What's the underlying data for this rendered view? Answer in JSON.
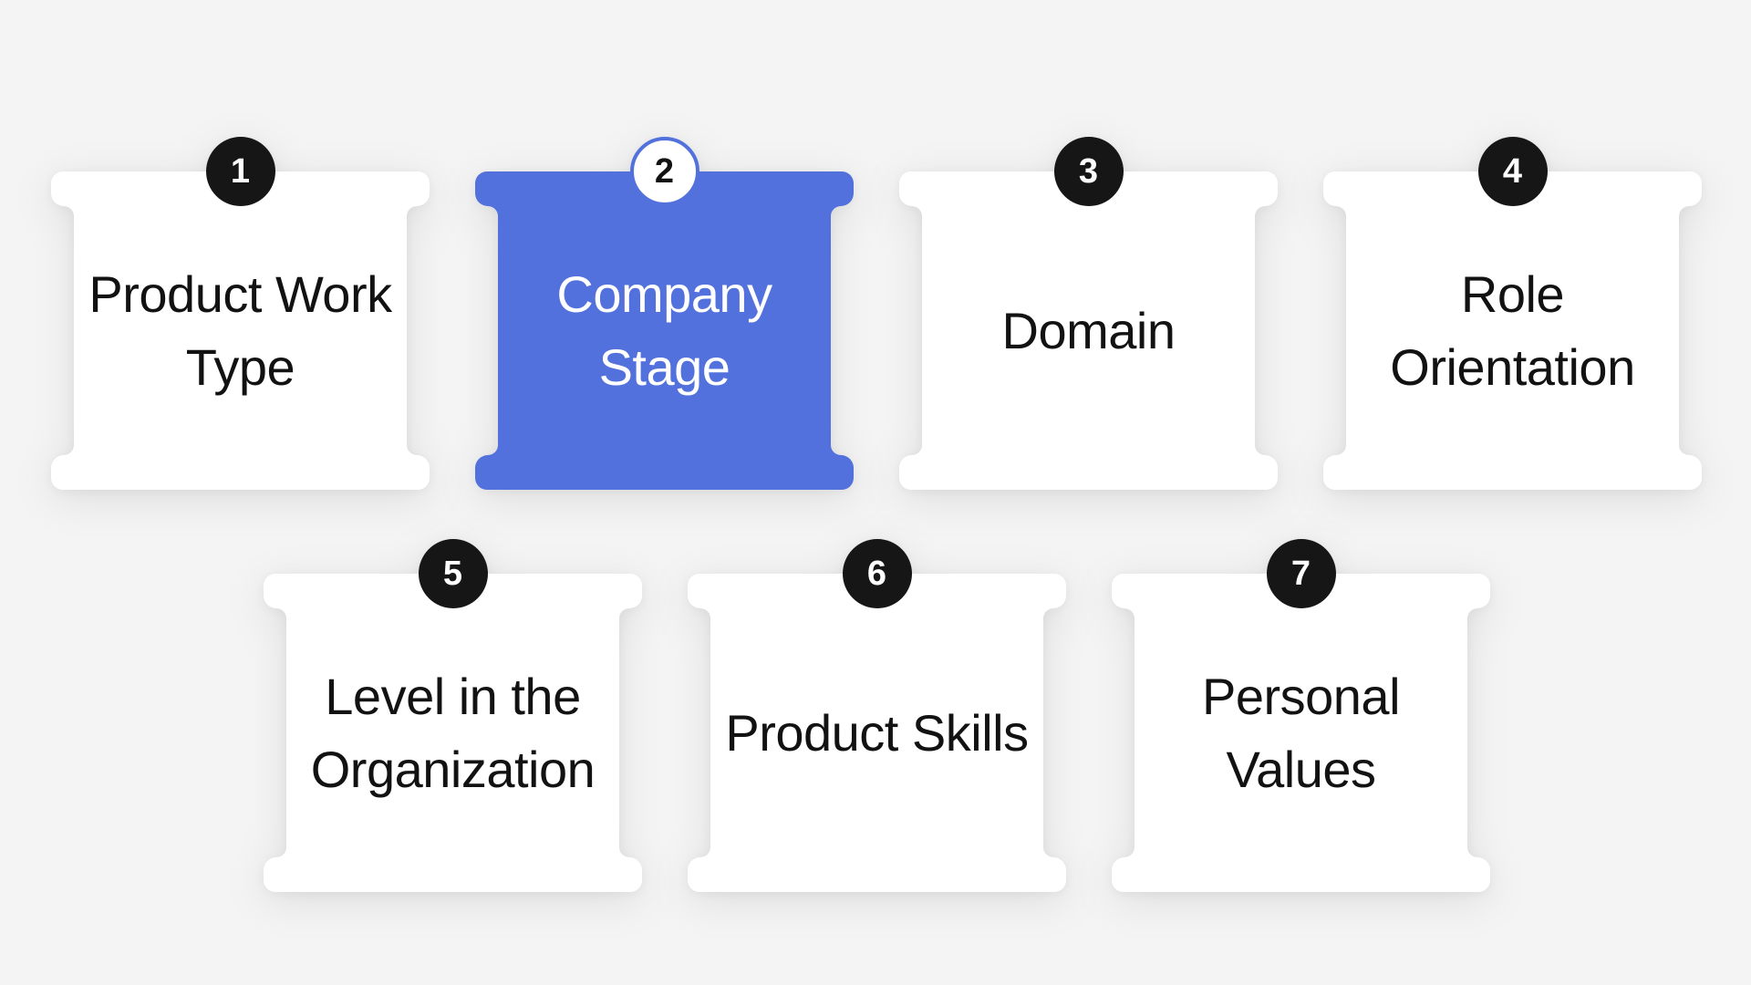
{
  "page": {
    "background": "#f4f4f4"
  },
  "colors": {
    "card_bg": "#ffffff",
    "card_text": "#121212",
    "active_card_bg": "#5271DC",
    "active_card_text": "#ffffff",
    "badge_bg": "#161616",
    "badge_text": "#ffffff",
    "active_badge_bg": "#ffffff",
    "active_badge_text": "#121212",
    "active_badge_border": "#5271DC"
  },
  "cards": [
    {
      "number": "1",
      "label": "Product Work Type",
      "active": false
    },
    {
      "number": "2",
      "label": "Company Stage",
      "active": true
    },
    {
      "number": "3",
      "label": "Domain",
      "active": false
    },
    {
      "number": "4",
      "label": "Role Orientation",
      "active": false
    },
    {
      "number": "5",
      "label": "Level in the Organization",
      "active": false
    },
    {
      "number": "6",
      "label": "Product Skills",
      "active": false
    },
    {
      "number": "7",
      "label": "Personal Values",
      "active": false
    }
  ]
}
